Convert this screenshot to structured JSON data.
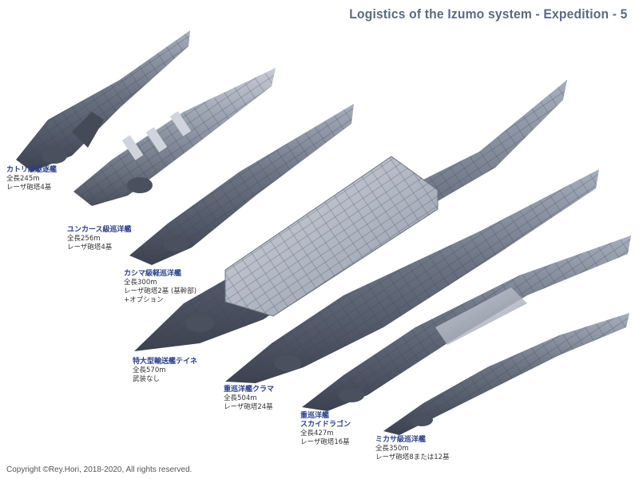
{
  "title": "Logistics of the Izumo system - Expedition - 5",
  "copyright": "Copyright ©Rey.Hori, 2018-2020, All rights reserved.",
  "colors": {
    "title": "#5c6b7e",
    "hull": "#5a6270",
    "hull_light": "#9aa3b3",
    "label_name": "#2a3f88"
  },
  "ships": [
    {
      "name": "カトリ級駆逐艦",
      "specs": [
        "全長245m",
        "レーザ砲塔4基"
      ]
    },
    {
      "name": "ユンカース級巡洋艦",
      "specs": [
        "全長256m",
        "レーザ砲塔4基"
      ]
    },
    {
      "name": "カシマ級軽巡洋艦",
      "specs": [
        "全長300m",
        "レーザ砲塔2基 (基幹部)",
        "+オプション"
      ]
    },
    {
      "name": "特大型輸送艦テイネ",
      "specs": [
        "全長570m",
        "武装なし"
      ]
    },
    {
      "name": "重巡洋艦クラマ",
      "specs": [
        "全長504m",
        "レーザ砲塔24基"
      ]
    },
    {
      "name": "重巡洋艦\nスカイドラゴン",
      "specs": [
        "全長427m",
        "レーザ砲塔16基"
      ]
    },
    {
      "name": "ミカサ級巡洋艦",
      "specs": [
        "全長350m",
        "レーザ砲塔8または12基"
      ]
    }
  ]
}
